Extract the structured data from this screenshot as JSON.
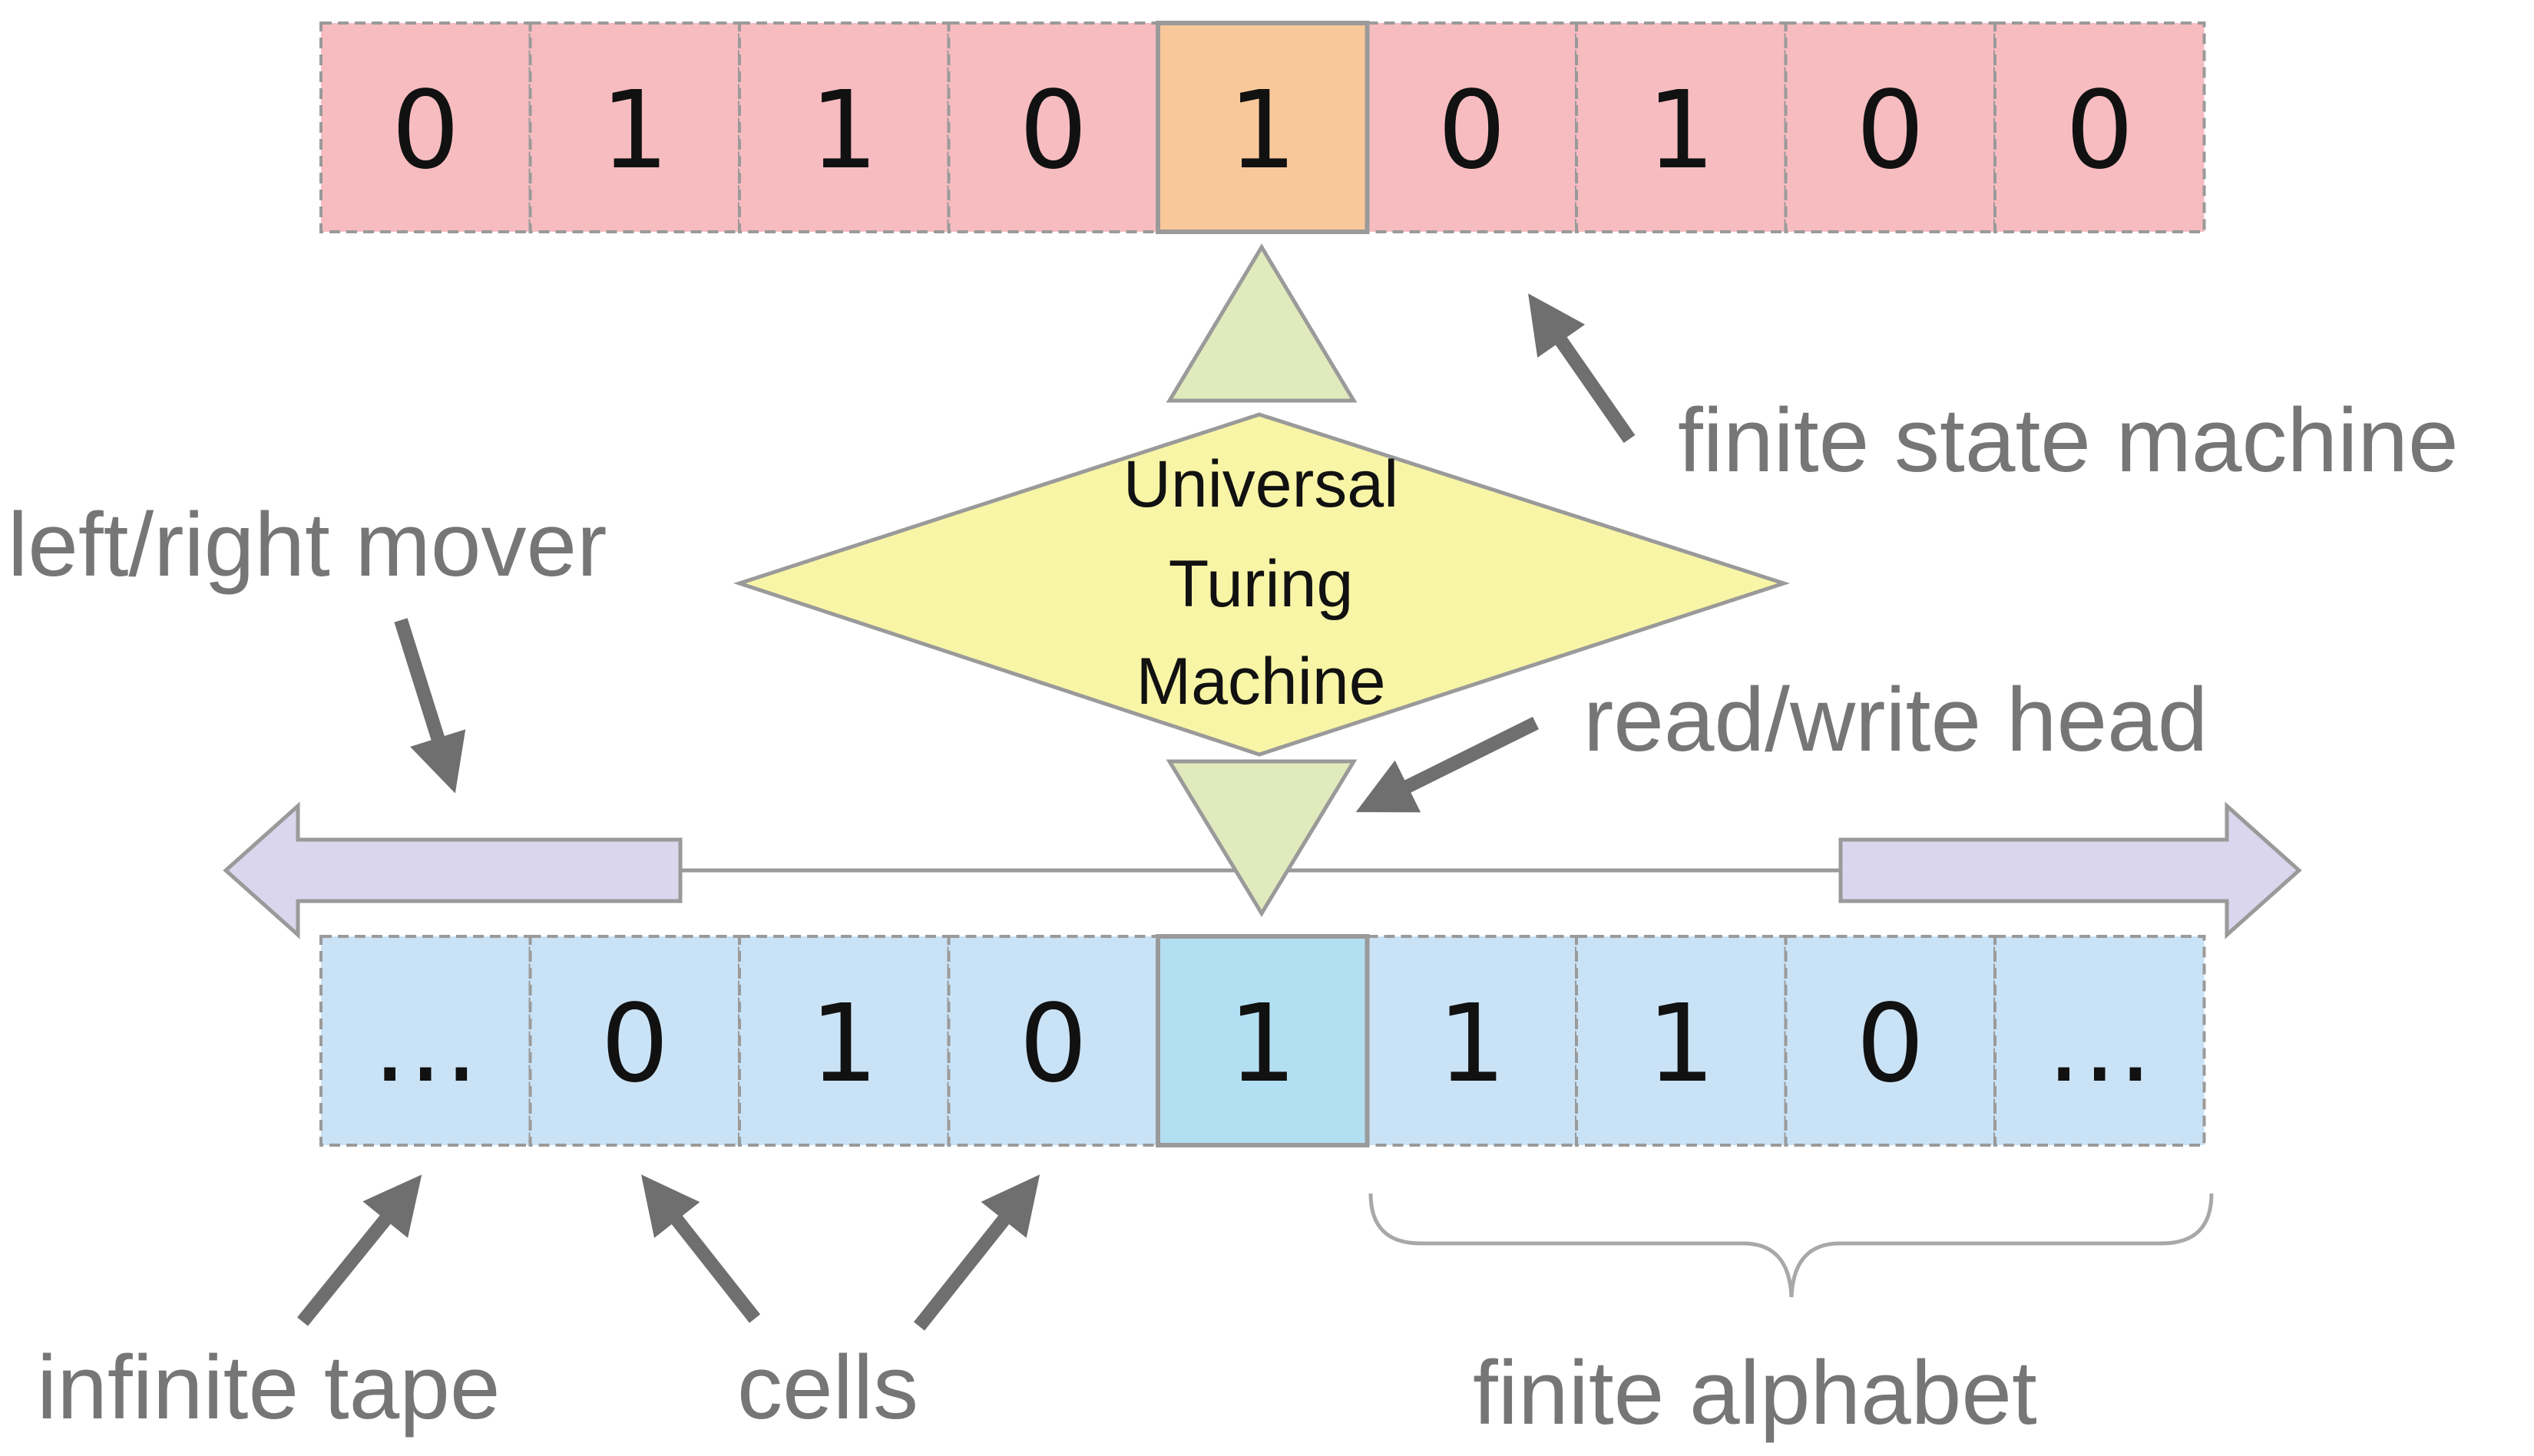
{
  "top_tape": {
    "cells": [
      "0",
      "1",
      "1",
      "0",
      "1",
      "0",
      "1",
      "0",
      "0"
    ],
    "head_index": 4,
    "fill": "#f7bcc0",
    "head_fill": "#f9c89a"
  },
  "bottom_tape": {
    "cells": [
      "…",
      "0",
      "1",
      "0",
      "1",
      "1",
      "1",
      "0",
      "…"
    ],
    "head_index": 4,
    "fill": "#c9e2f6",
    "head_fill": "#b3dff3"
  },
  "machine": {
    "lines": [
      "Universal",
      "Turing",
      "Machine"
    ],
    "fill": "#f8f5a6",
    "triangle_fill": "#e0eabc"
  },
  "mover_arrow_fill": "#d9d6ed",
  "labels": {
    "finite_state_machine": "finite state machine",
    "left_right_mover": "left/right mover",
    "read_write_head": "read/write head",
    "infinite_tape": "infinite tape",
    "cells": "cells",
    "finite_alphabet": "finite alphabet"
  },
  "colors": {
    "label_text": "#767676",
    "arrow": "#6f6f6f",
    "cell_border": "#9a9a9a"
  }
}
